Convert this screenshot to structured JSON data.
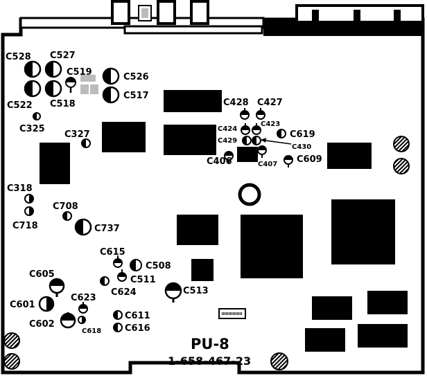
{
  "board": {
    "name": "PU-8",
    "part_number": "1-658-467-23"
  },
  "labels": {
    "c528": "C528",
    "c527": "C527",
    "c519": "C519",
    "c526": "C526",
    "c522": "C522",
    "c518": "C518",
    "c517": "C517",
    "c325": "C325",
    "c327": "C327",
    "c428": "C428",
    "c427": "C427",
    "c424": "C424",
    "c423": "C423",
    "c619": "C619",
    "c429": "C429",
    "c430": "C430",
    "c406": "C406",
    "c407": "C407",
    "c609": "C609",
    "c318": "C318",
    "c718": "C718",
    "c708": "C708",
    "c737": "C737",
    "c615": "C615",
    "c508": "C508",
    "c511": "C511",
    "c624": "C624",
    "c513": "C513",
    "c605": "C605",
    "c601": "C601",
    "c623": "C623",
    "c602": "C602",
    "c618": "C618",
    "c611": "C611",
    "c616": "C616"
  },
  "colors": {
    "ink": "#000000",
    "board": "#ffffff",
    "pad": "#bbbbbb"
  }
}
